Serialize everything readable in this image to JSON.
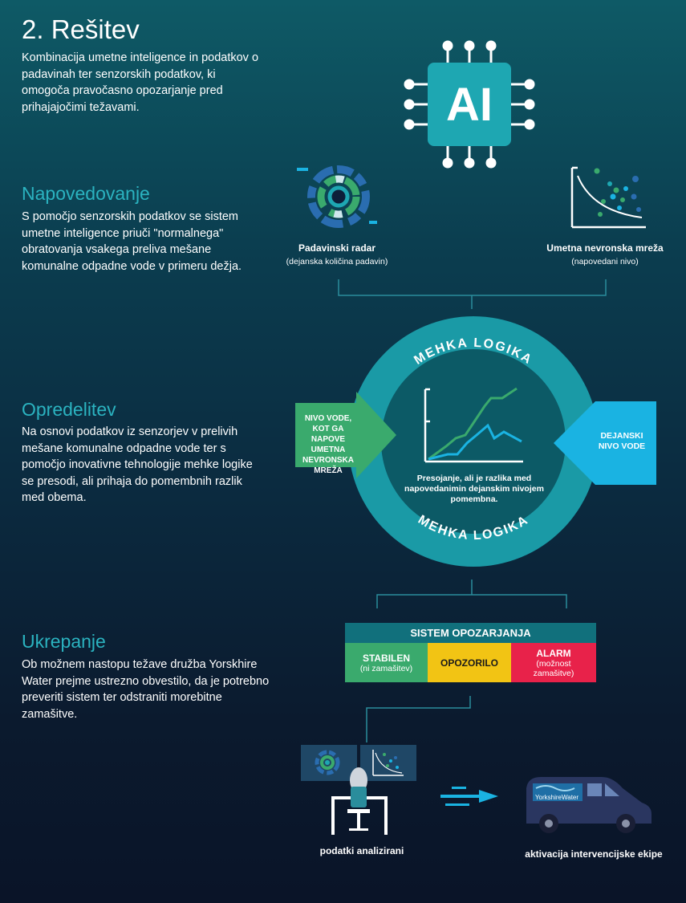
{
  "title": "2. Rešitev",
  "intro": "Kombinacija umetne inteligence in podatkov o padavinah ter senzorskih podatkov, ki omogoča pravočasno opozarjanje pred prihajajočimi težavami.",
  "ai_chip_label": "AI",
  "sections": {
    "napovedovanje": {
      "heading": "Napovedovanje",
      "text": "S pomočjo senzorskih podatkov se sistem umetne inteligence priuči \"normalnega\" obratovanja vsakega preliva mešane komunalne odpadne vode v primeru dežja."
    },
    "opredelitev": {
      "heading": "Opredelitev",
      "text": "Na osnovi podatkov iz senzorjev v prelivih mešane komunalne odpadne vode ter s pomočjo inovativne tehnologije mehke logike se presodi, ali prihaja do pomembnih razlik med obema."
    },
    "ukrepanje": {
      "heading": "Ukrepanje",
      "text": "Ob možnem nastopu težave družba Yorskhire Water prejme ustrezno obvestilo, da je potrebno preveriti sistem ter odstraniti morebitne zamašitve."
    }
  },
  "inputs": {
    "radar": {
      "title": "Padavinski radar",
      "subtitle": "(dejanska količina padavin)"
    },
    "neural": {
      "title": "Umetna nevronska mreža",
      "subtitle": "(napovedani nivo)"
    }
  },
  "fuzzy": {
    "ring_label_top": "MEHKA LOGIKA",
    "ring_label_bottom": "MEHKA LOGIKA",
    "left_arrow": "NIVO VODE, KOT GA NAPOVE UMETNA NEVRONSKA MREŽA",
    "right_arrow": "DEJANSKI NIVO VODE",
    "center_text": "Presojanje, ali je razlika med napovedanimin dejanskim nivojem pomembna."
  },
  "warning_system": {
    "title": "SISTEM OPOZARJANJA",
    "levels": [
      {
        "label": "STABILEN",
        "sub": "(ni zamašitev)",
        "color": "#3aaa6d"
      },
      {
        "label": "OPOZORILO",
        "sub": "",
        "color": "#f2c414"
      },
      {
        "label": "ALARM",
        "sub": "(možnost zamašitve)",
        "color": "#e8224a"
      }
    ]
  },
  "outcomes": {
    "analyzed": "podatki analizirani",
    "activation": "aktivacija intervencijske ekipe"
  },
  "van_logo": "YorkshireWater",
  "colors": {
    "teal": "#2bb3c0",
    "ring": "#1a9aa6",
    "green": "#3aaa6d",
    "blue": "#1ab3e2",
    "yellow": "#f2c414",
    "red": "#e8224a"
  }
}
